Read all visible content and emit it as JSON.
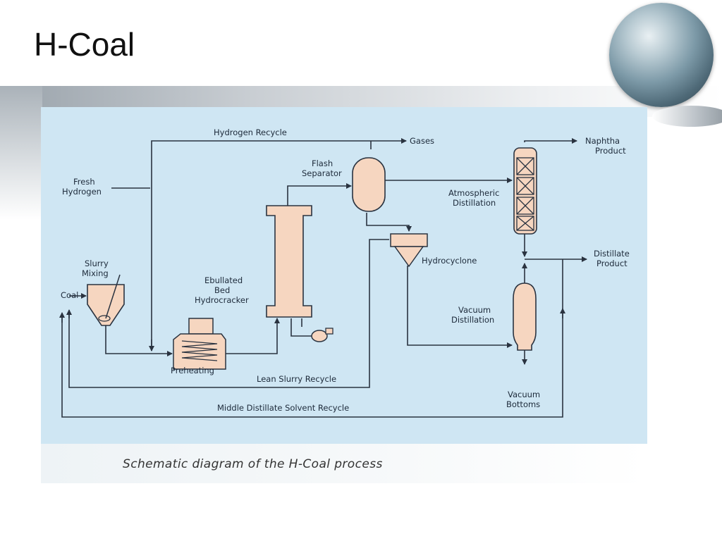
{
  "slide": {
    "title": "H-Coal",
    "caption": "Schematic diagram of the H-Coal process"
  },
  "colors": {
    "diagram_background": "#cfe6f3",
    "vessel_fill": "#f6d6c0",
    "line": "#2a3340"
  },
  "labels": {
    "hydrogen_recycle": "Hydrogen Recycle",
    "gases": "Gases",
    "fresh": "Fresh",
    "hydrogen": "Hydrogen",
    "flash": "Flash",
    "separator": "Separator",
    "naphtha": "Naphtha",
    "product_1": "Product",
    "atmospheric": "Atmospheric",
    "distillation_1": "Distillation",
    "slurry": "Slurry",
    "mixing": "Mixing",
    "coal": "Coal",
    "ebullated": "Ebullated",
    "bed": "Bed",
    "hydrocracker": "Hydrocracker",
    "hydrocyclone": "Hydrocyclone",
    "distillate": "Distillate",
    "product_2": "Product",
    "vacuum_1": "Vacuum",
    "distillation_2": "Distillation",
    "preheating": "Preheating",
    "lean_slurry_recycle": "Lean Slurry Recycle",
    "vacuum_2": "Vacuum",
    "bottoms": "Bottoms",
    "middle_distillate_solvent_recycle": "Middle Distillate Solvent Recycle"
  }
}
